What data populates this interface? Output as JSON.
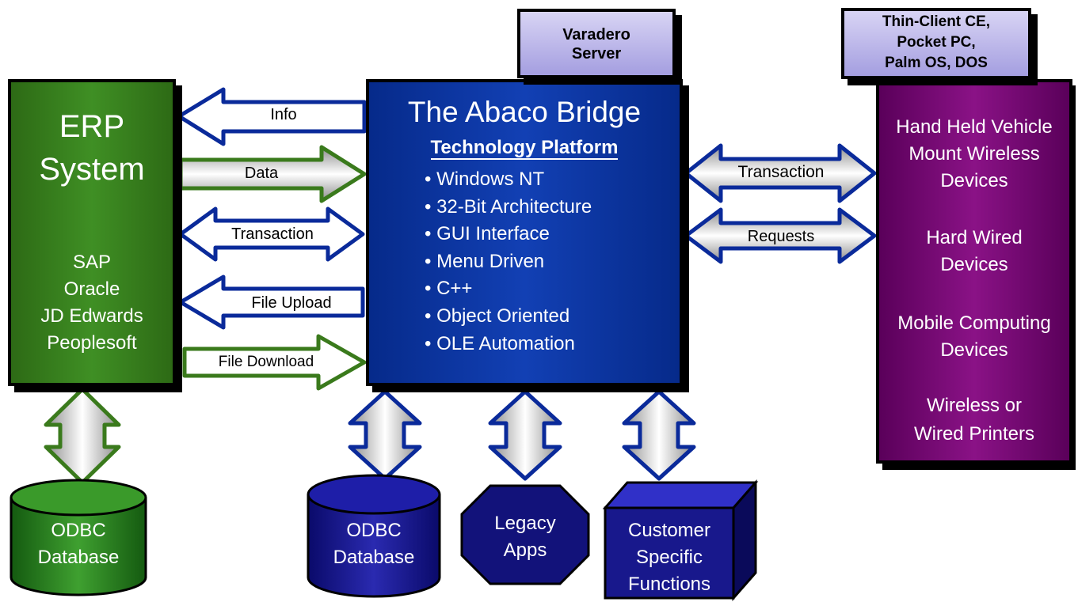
{
  "erp": {
    "title_line1": "ERP",
    "title_line2": "System",
    "systems": [
      "SAP",
      "Oracle",
      "JD Edwards",
      "Peoplesoft"
    ]
  },
  "abaco": {
    "title": "The Abaco Bridge",
    "subtitle": "Technology Platform",
    "features": [
      "Windows NT",
      "32-Bit Architecture",
      "GUI Interface",
      "Menu Driven",
      "C++",
      "Object Oriented",
      "OLE Automation"
    ]
  },
  "varadero": {
    "line1": "Varadero",
    "line2": "Server"
  },
  "thin_client": {
    "line1": "Thin-Client CE,",
    "line2": "Pocket PC,",
    "line3": "Palm OS, DOS"
  },
  "devices": {
    "groups": [
      [
        "Hand Held Vehicle",
        "Mount Wireless",
        "Devices"
      ],
      [
        "Hard Wired",
        "Devices"
      ],
      [
        "Mobile Computing",
        "Devices"
      ],
      [
        "Wireless or",
        "Wired Printers"
      ]
    ]
  },
  "flows_left": {
    "info": "Info",
    "data": "Data",
    "transaction": "Transaction",
    "file_upload": "File Upload",
    "file_download": "File  Download"
  },
  "flows_right": {
    "transaction": "Transaction",
    "requests": "Requests"
  },
  "bottom": {
    "odbc_green": {
      "line1": "ODBC",
      "line2": "Database"
    },
    "odbc_blue": {
      "line1": "ODBC",
      "line2": "Database"
    },
    "legacy": {
      "line1": "Legacy",
      "line2": "Apps"
    },
    "custom": {
      "line1": "Customer",
      "line2": "Specific",
      "line3": "Functions"
    }
  },
  "colors": {
    "erp_green": "#3f8f24",
    "abaco_blue": "#1240b4",
    "devices_purple": "#8a1286",
    "lavender": "#b8b2ec",
    "arrow_green": "#3a7a1c",
    "arrow_blue": "#0a2a9a"
  }
}
